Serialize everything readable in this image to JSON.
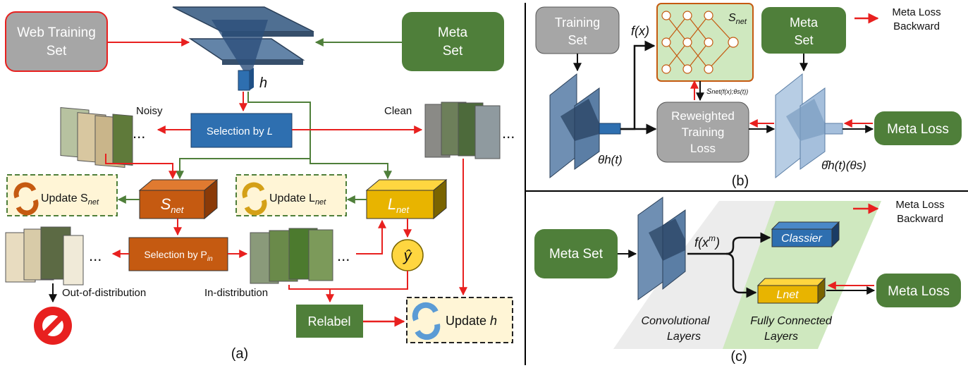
{
  "panel_a": {
    "caption": "(a)",
    "web_training_set": [
      "Web Training",
      "Set"
    ],
    "meta_set": [
      "Meta",
      "Set"
    ],
    "h_label": "h",
    "noisy": "Noisy",
    "clean": "Clean",
    "selection_by_L": "Selection by ",
    "selection_by_L_var": "L",
    "ellipsis": "...",
    "update_snet": "Update S",
    "snet_sub": "net",
    "update_lnet": "Update L",
    "lnet_sub": "net",
    "snet_box": "S",
    "lnet_box": "L",
    "selection_by_pin": "Selection by P",
    "pin_sub": "in",
    "y_hat": "ŷ",
    "out_of_distribution": "Out-of-distribution",
    "in_distribution": "In-distribution",
    "relabel": "Relabel",
    "update_h": "Update ",
    "update_h_var": "h"
  },
  "panel_b": {
    "caption": "(b)",
    "training_set": [
      "Training",
      "Set"
    ],
    "meta_set": [
      "Meta",
      "Set"
    ],
    "f_x": "f(x)",
    "snet": "S",
    "snet_sub": "net",
    "snet_output": "S",
    "snet_output_rest": "net(f(x);θs(t))",
    "reweighted_loss": [
      "Reweighted",
      "Training",
      "Loss"
    ],
    "theta": "θh(t)",
    "theta_hat": "θ̂h(t)(θs)",
    "meta_loss": "Meta Loss",
    "legend": [
      "Meta Loss",
      "Backward"
    ]
  },
  "panel_c": {
    "caption": "(c)",
    "meta_set": "Meta Set",
    "f_xm": "f(x",
    "f_xm_sup": "m",
    "f_xm_close": ")",
    "classifier": "Classier",
    "lnet": "Lnet",
    "meta_loss": "Meta Loss",
    "conv_layers": [
      "Convolutional",
      "Layers"
    ],
    "fc_layers": [
      "Fully Connected",
      "Layers"
    ],
    "legend": [
      "Meta Loss",
      "Backward"
    ]
  },
  "colors": {
    "red": "#e8201f",
    "green": "#4f7f3a",
    "dark_green": "#4a7a34",
    "blue": "#2e6fb0",
    "orange": "#c55a11",
    "gold": "#e8b400",
    "gray": "#a6a6a6",
    "light_green": "#cfe8bf"
  }
}
